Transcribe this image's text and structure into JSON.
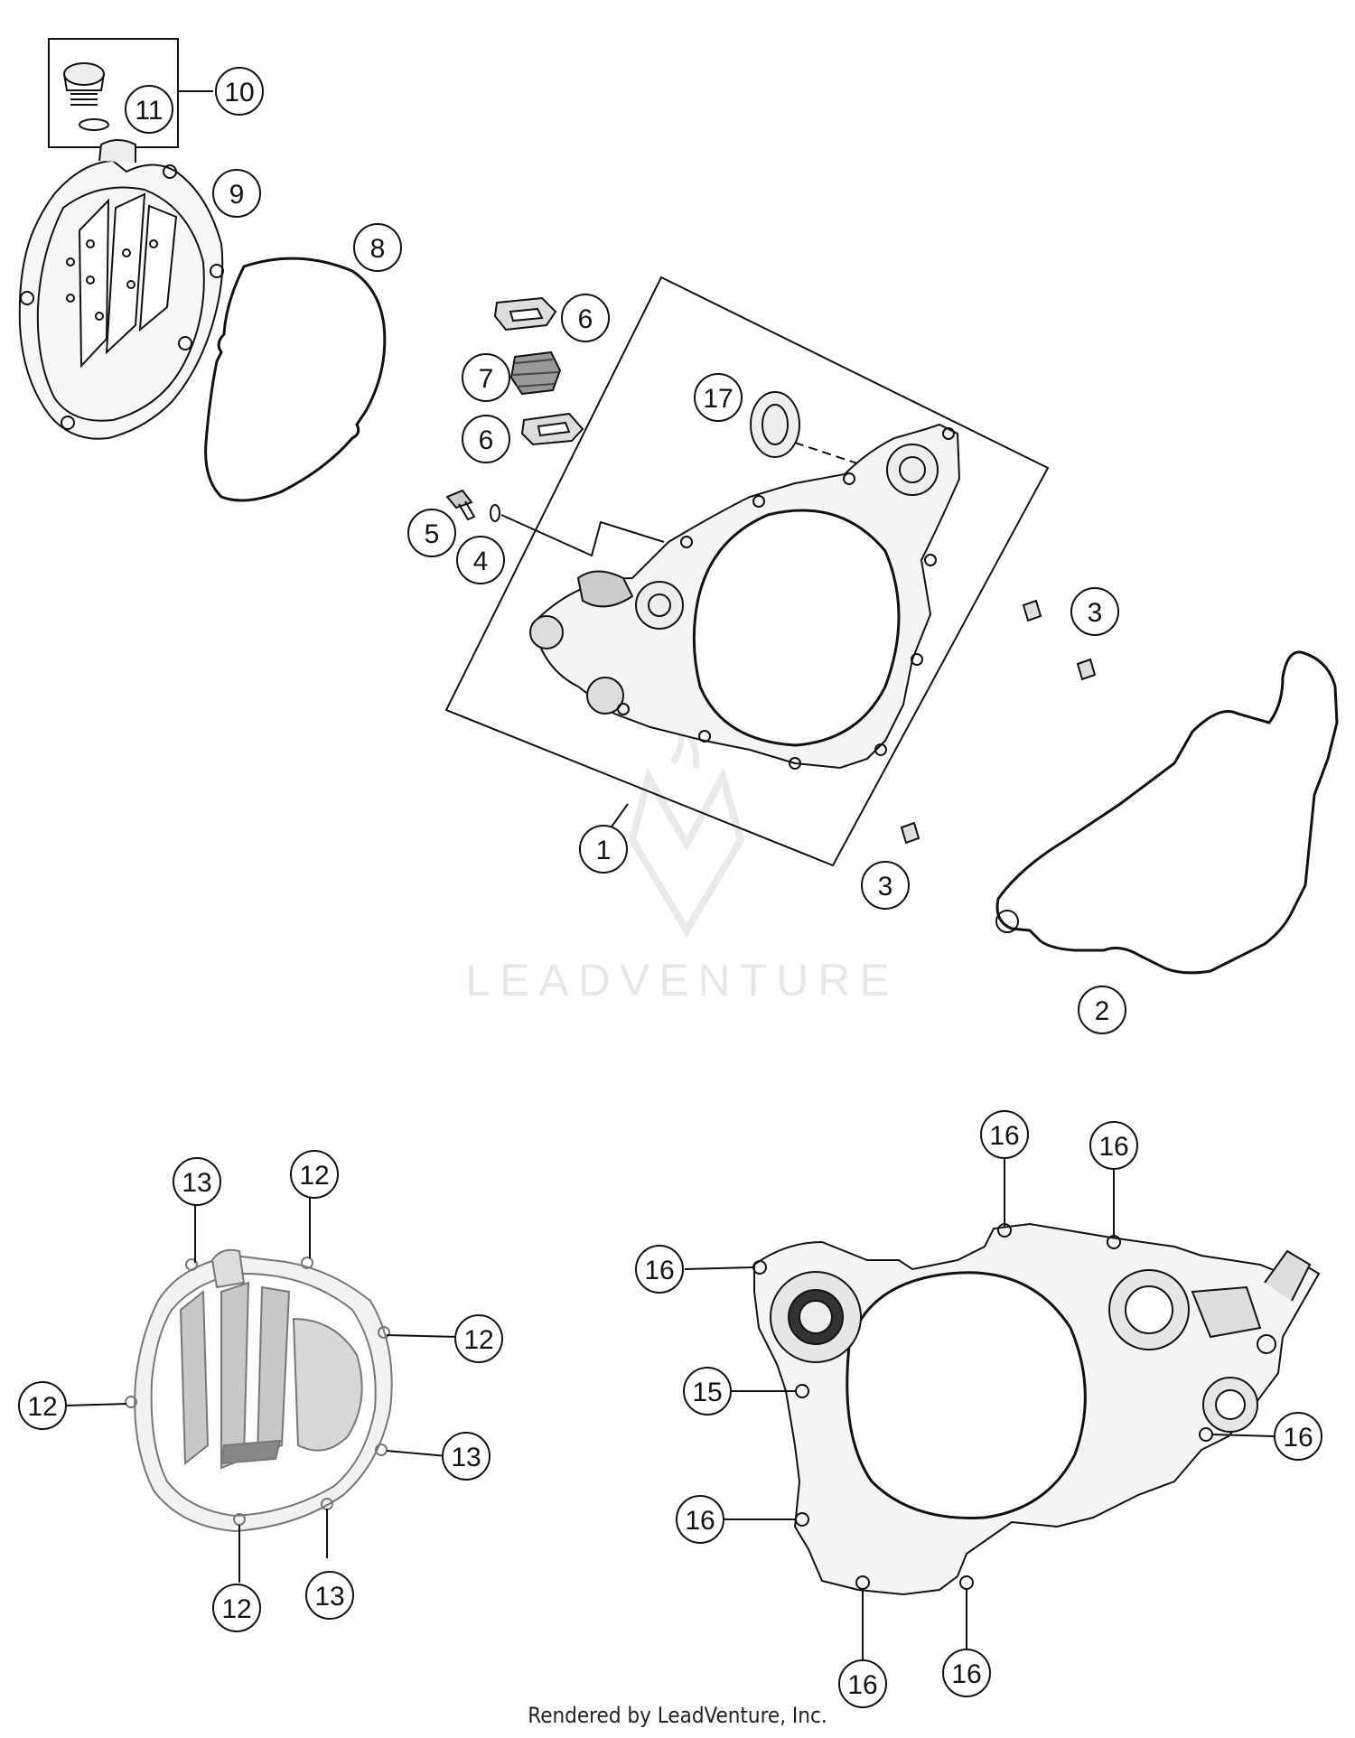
{
  "diagram": {
    "callouts": [
      "1",
      "2",
      "3",
      "3",
      "4",
      "5",
      "6",
      "6",
      "7",
      "8",
      "9",
      "10",
      "11",
      "12",
      "12",
      "12",
      "12",
      "13",
      "13",
      "13",
      "15",
      "16",
      "16",
      "16",
      "16",
      "16",
      "16",
      "16",
      "17"
    ]
  },
  "watermark": {
    "text": "LEADVENTURE"
  },
  "footer": {
    "text": "Rendered by LeadVenture, Inc."
  }
}
